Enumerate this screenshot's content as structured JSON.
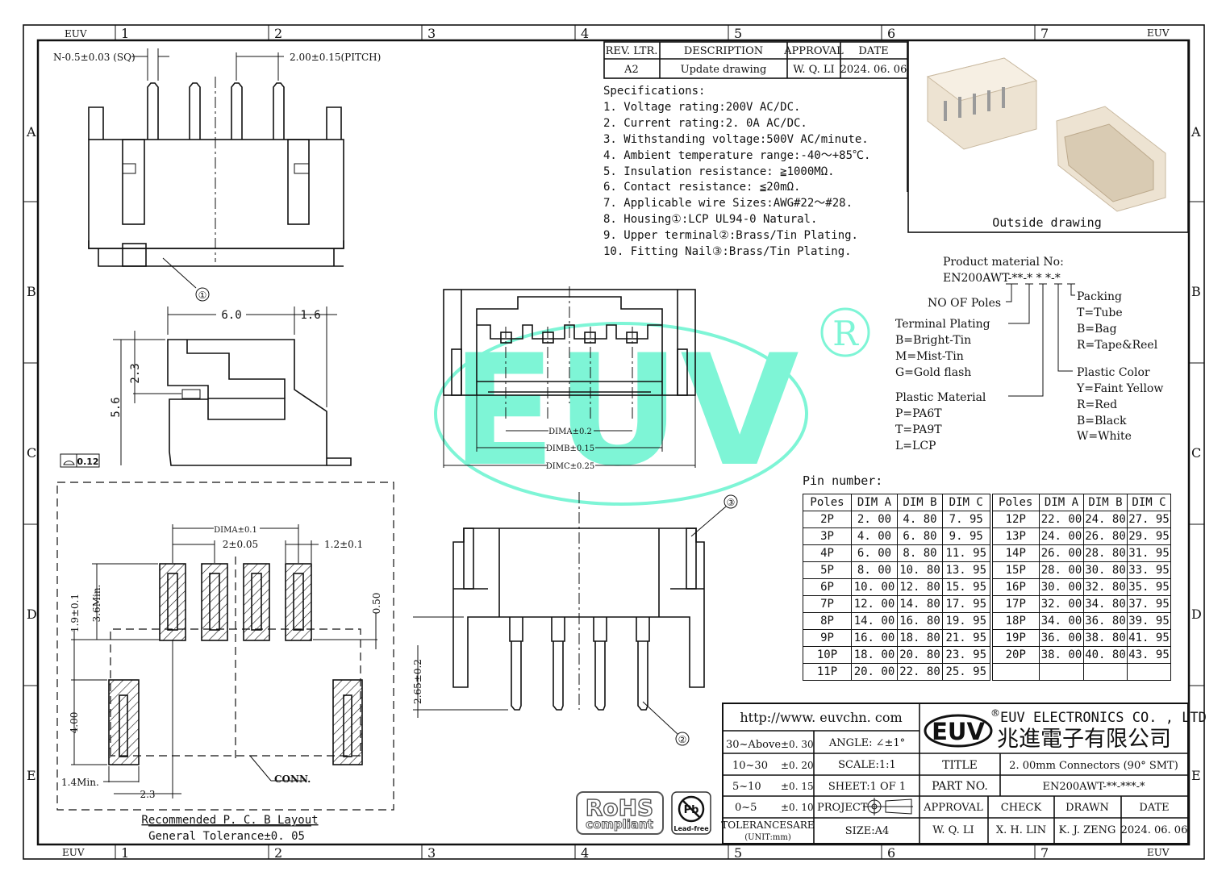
{
  "frame": {
    "columns": [
      "1",
      "2",
      "3",
      "4",
      "5",
      "6",
      "7"
    ],
    "rows": [
      "A",
      "B",
      "C",
      "D",
      "E"
    ],
    "corner_label": "EUV"
  },
  "revision": {
    "headers": [
      "REV. LTR.",
      "DESCRIPTION",
      "APPROVAL",
      "DATE"
    ],
    "row": [
      "A2",
      "Update drawing",
      "W. Q. LI",
      "2024. 06. 06"
    ]
  },
  "specifications": {
    "title": "Specifications:",
    "items": [
      "1. Voltage rating:200V AC/DC.",
      "2. Current rating:2. 0A AC/DC.",
      "3. Withstanding voltage:500V AC/minute.",
      "4. Ambient temperature range:-40～+85℃.",
      "5. Insulation resistance: ≧1000MΩ.",
      "6. Contact resistance: ≦20mΩ.",
      "7. Applicable wire Sizes:AWG#22～#28.",
      "8. Housing①:LCP UL94-0 Natural.",
      "9. Upper terminal②:Brass/Tin Plating.",
      "10. Fitting Nail③:Brass/Tin Plating."
    ]
  },
  "outside_drawing": {
    "label": "Outside drawing"
  },
  "material_no": {
    "title": "Product material No:",
    "code": "EN200AWT-**-* * *-*",
    "poles": "NO OF Poles",
    "terminal_plating": {
      "title": "Terminal Plating",
      "options": [
        "B=Bright-Tin",
        "M=Mist-Tin",
        "G=Gold flash"
      ]
    },
    "plastic_material": {
      "title": "Plastic Material",
      "options": [
        "P=PA6T",
        "T=PA9T",
        "L=LCP"
      ]
    },
    "packing": {
      "title": "Packing",
      "options": [
        "T=Tube",
        "B=Bag",
        "R=Tape&Reel"
      ]
    },
    "plastic_color": {
      "title": "Plastic Color",
      "options": [
        "Y=Faint Yellow",
        "R=Red",
        "B=Black",
        "W=White"
      ]
    }
  },
  "views": {
    "pin_size": "N-0.5±0.03 (SQ)",
    "pitch": "2.00±0.15(PITCH)",
    "balloon_housing": "①",
    "balloon_terminal": "②",
    "balloon_nail": "③",
    "side_depth": "6.0",
    "side_lead": "1.6",
    "side_pin_height": "2.3",
    "side_height": "5.6",
    "coplanarity": "0.12",
    "dim_a": "DIMA±0.2",
    "dim_b": "DIMB±0.15",
    "dim_c": "DIMC±0.25",
    "pin_length": "2.65±0.2"
  },
  "watermark": {
    "text": "EUV",
    "registered": "R",
    "color": "#7ef5d6"
  },
  "pcb": {
    "dim_a": "DIMA±0.1",
    "pitch": "2±0.05",
    "pad_width": "1.2±0.1",
    "pad_len": "1.9±0.1",
    "pad_min": "3.6Min.",
    "offset": "0.50",
    "nail_len": "4.00",
    "nail_min": "1.4Min.",
    "nail_offset": "2.3",
    "conn": "CONN.",
    "caption": "Recommended P. C. B Layout",
    "tolerance": "General Tolerance±0. 05"
  },
  "pin_table": {
    "title": "Pin number:",
    "headers": [
      "Poles",
      "DIM A",
      "DIM B",
      "DIM C",
      "Poles",
      "DIM A",
      "DIM B",
      "DIM C"
    ],
    "left": [
      [
        "2P",
        "2. 00",
        "4. 80",
        "7. 95"
      ],
      [
        "3P",
        "4. 00",
        "6. 80",
        "9. 95"
      ],
      [
        "4P",
        "6. 00",
        "8. 80",
        "11. 95"
      ],
      [
        "5P",
        "8. 00",
        "10. 80",
        "13. 95"
      ],
      [
        "6P",
        "10. 00",
        "12. 80",
        "15. 95"
      ],
      [
        "7P",
        "12. 00",
        "14. 80",
        "17. 95"
      ],
      [
        "8P",
        "14. 00",
        "16. 80",
        "19. 95"
      ],
      [
        "9P",
        "16. 00",
        "18. 80",
        "21. 95"
      ],
      [
        "10P",
        "18. 00",
        "20. 80",
        "23. 95"
      ],
      [
        "11P",
        "20. 00",
        "22. 80",
        "25. 95"
      ]
    ],
    "right": [
      [
        "12P",
        "22. 00",
        "24. 80",
        "27. 95"
      ],
      [
        "13P",
        "24. 00",
        "26. 80",
        "29. 95"
      ],
      [
        "14P",
        "26. 00",
        "28. 80",
        "31. 95"
      ],
      [
        "15P",
        "28. 00",
        "30. 80",
        "33. 95"
      ],
      [
        "16P",
        "30. 00",
        "32. 80",
        "35. 95"
      ],
      [
        "17P",
        "32. 00",
        "34. 80",
        "37. 95"
      ],
      [
        "18P",
        "34. 00",
        "36. 80",
        "39. 95"
      ],
      [
        "19P",
        "36. 00",
        "38. 80",
        "41. 95"
      ],
      [
        "20P",
        "38. 00",
        "40. 80",
        "43. 95"
      ],
      [
        "",
        "",
        "",
        ""
      ]
    ]
  },
  "badges": {
    "rohs": "RoHS",
    "compliant": "compliant",
    "pb": "Pb",
    "lead_free": "Lead-free"
  },
  "title_block": {
    "url": "http://www. euvchn. com",
    "logo": "EUV",
    "company_en": "EUV ELECTRONICS CO. , LTD",
    "company_cn": "兆進電子有限公司",
    "registered": "®",
    "tolerances": [
      {
        "range": "30~Above",
        "tol": "±0. 30"
      },
      {
        "range": "10~30",
        "tol": "±0. 20"
      },
      {
        "range": "5~10",
        "tol": "±0. 15"
      },
      {
        "range": "0~5",
        "tol": "±0. 10"
      }
    ],
    "tolerance_label": "TOLERANCESARE",
    "unit": "(UNIT:mm)",
    "angle": "ANGLE: ∠±1°",
    "scale": "SCALE:1:1",
    "sheet": "SHEET:1 OF 1",
    "project": "PROJECT",
    "size": "SIZE:A4",
    "title_label": "TITLE",
    "title_value": "2. 00mm Connectors (90° SMT)",
    "part_label": "PART NO.",
    "part_value": "EN200AWT-**-***-*",
    "sign_headers": [
      "APPROVAL",
      "CHECK",
      "DRAWN",
      "DATE"
    ],
    "sign_values": [
      "W. Q. LI",
      "X. H. LIN",
      "K. J. ZENG",
      "2024. 06. 06"
    ]
  }
}
